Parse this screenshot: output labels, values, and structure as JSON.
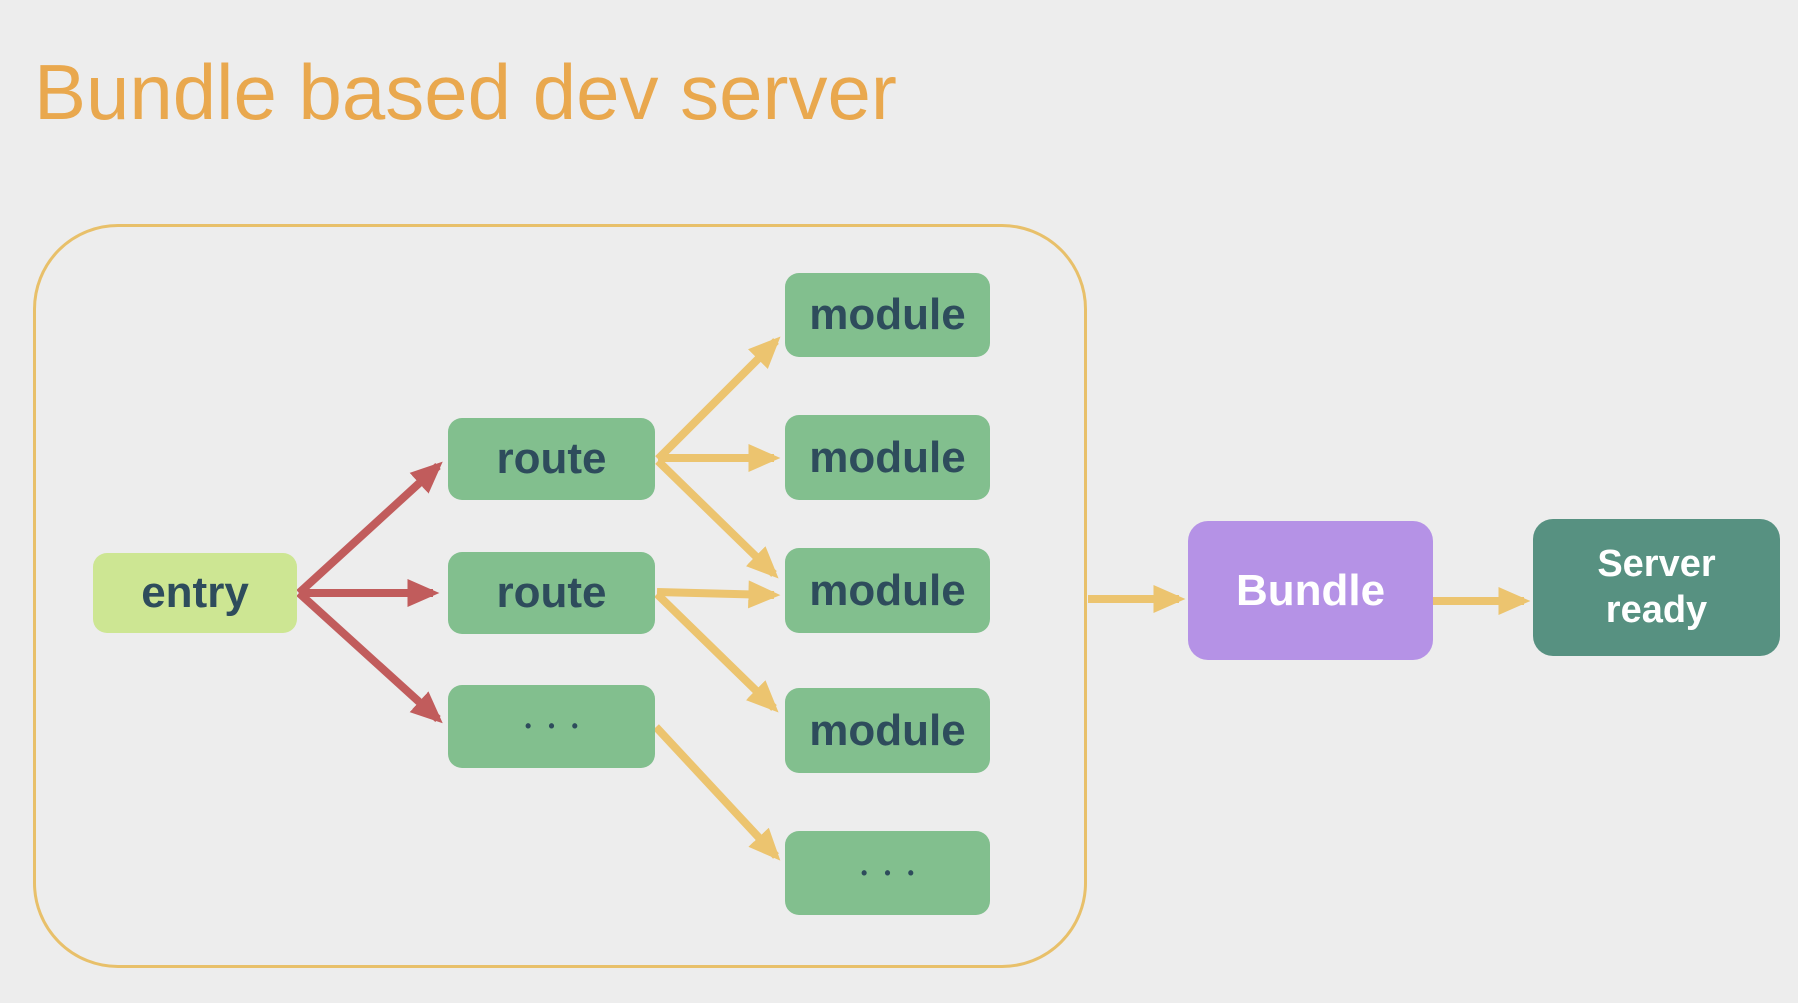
{
  "title": "Bundle based dev server",
  "colors": {
    "bg": "#ededed",
    "title": "#e9a84e",
    "container_border": "#e8c06a",
    "arrow_yellow": "#ecc46f",
    "arrow_red": "#c15c5c",
    "entry_fill": "#cde693",
    "node_fill": "#82bf8e",
    "node_text": "#2e4c5c",
    "bundle_fill": "#b592e6",
    "server_fill": "#579181",
    "light_text": "#ffffff"
  },
  "nodes": {
    "entry": {
      "label": "entry"
    },
    "routes": [
      {
        "label": "route"
      },
      {
        "label": "route"
      },
      {
        "label": "• • •"
      }
    ],
    "modules": [
      {
        "label": "module"
      },
      {
        "label": "module"
      },
      {
        "label": "module"
      },
      {
        "label": "module"
      },
      {
        "label": "• • •"
      }
    ],
    "bundle": {
      "label": "Bundle"
    },
    "server_ready": {
      "label": "Server\nready"
    }
  }
}
